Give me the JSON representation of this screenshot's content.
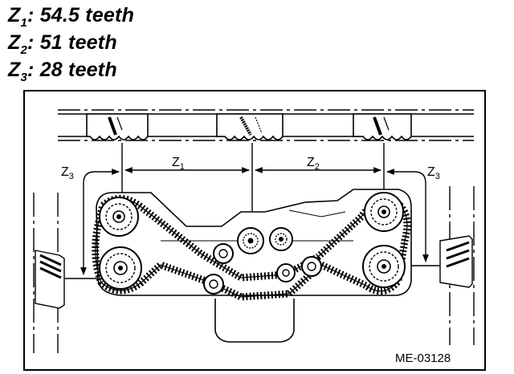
{
  "specs": [
    {
      "symbol": "Z",
      "sub": "1",
      "text": ": 54.5 teeth"
    },
    {
      "symbol": "Z",
      "sub": "2",
      "text": ": 51 teeth"
    },
    {
      "symbol": "Z",
      "sub": "3",
      "text": ": 28 teeth"
    }
  ],
  "diagram": {
    "labels": {
      "z1": {
        "symbol": "Z",
        "sub": "1"
      },
      "z2": {
        "symbol": "Z",
        "sub": "2"
      },
      "z3_left": {
        "symbol": "Z",
        "sub": "3"
      },
      "z3_right": {
        "symbol": "Z",
        "sub": "3"
      }
    },
    "figure_code": "ME-03128"
  }
}
